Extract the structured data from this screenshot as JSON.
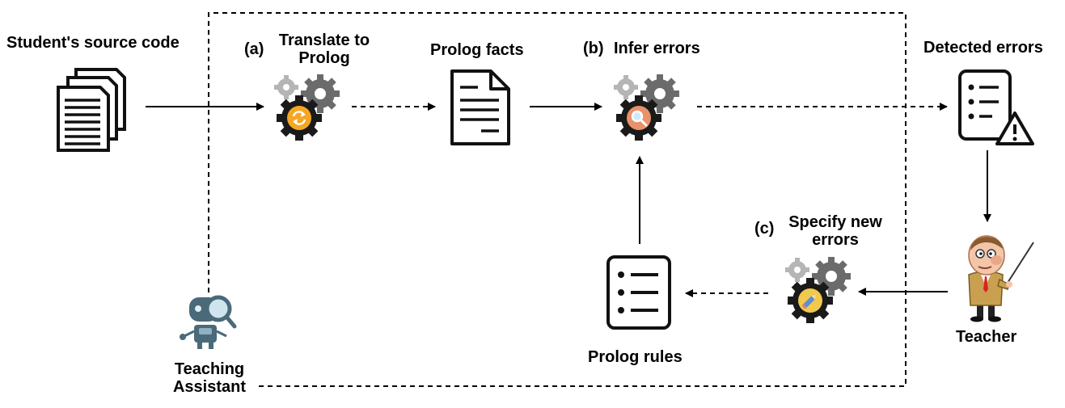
{
  "labels": {
    "source": "Student's source code",
    "step_a_letter": "(a)",
    "step_a_line1": "Translate to",
    "step_a_line2": "Prolog",
    "prolog_facts": "Prolog facts",
    "step_b_letter": "(b)",
    "step_b_title": "Infer errors",
    "detected_errors": "Detected errors",
    "step_c_letter": "(c)",
    "step_c_line1": "Specify new",
    "step_c_line2": "errors",
    "prolog_rules": "Prolog rules",
    "teacher": "Teacher",
    "assistant_line1": "Teaching",
    "assistant_line2": "Assistant"
  },
  "icons": {
    "source": "documents-stack-icon",
    "translate": "gears-sync-icon",
    "facts": "document-icon",
    "infer": "gears-search-icon",
    "detected": "list-warning-icon",
    "teacher": "teacher-pointer-icon",
    "specify": "gears-edit-icon",
    "rules": "list-icon",
    "assistant": "robot-magnifier-icon"
  },
  "colors": {
    "orange": "#F5A623",
    "salmon": "#E8916A",
    "yellow": "#F2C94C",
    "dark": "#1a1a1a",
    "gear_gray": "#6b6b6b",
    "gear_light": "#9e9e9e",
    "robot": "#4a6a7a"
  }
}
